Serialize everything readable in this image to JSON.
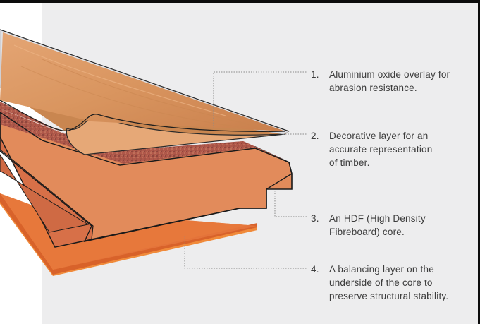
{
  "colors": {
    "background": "#ffffff",
    "panel": "#ededee",
    "text": "#3c3c3c",
    "leader": "#8a8a8a",
    "overlay": "#eaeaec",
    "decor": "#d4905c",
    "core_top": "#b25d45",
    "core_side": "#e08a5c",
    "balancing": "#e06a2a"
  },
  "layers": [
    {
      "number": "1.",
      "text": "Aluminium oxide overlay for\nabrasion resistance."
    },
    {
      "number": "2.",
      "text": "Decorative layer for an\naccurate representation\nof timber."
    },
    {
      "number": "3.",
      "text": "An HDF (High Density\nFibreboard) core."
    },
    {
      "number": "4.",
      "text": "A balancing layer on the\nunderside of the core to\npreserve structural stability."
    }
  ]
}
